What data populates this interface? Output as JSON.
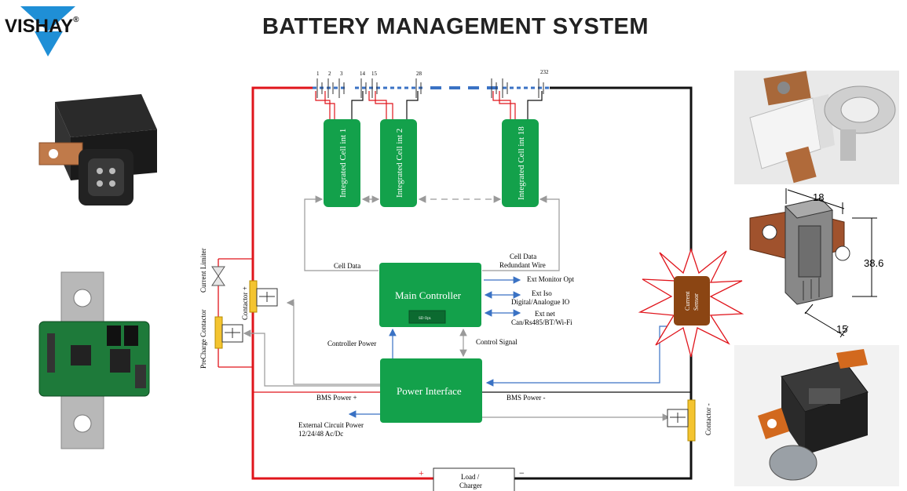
{
  "header": {
    "title": "BATTERY MANAGEMENT SYSTEM",
    "logo_text": "VISHAY",
    "logo_mark": "®"
  },
  "diagram": {
    "cell_numbers": [
      "1",
      "2",
      "3",
      "14",
      "15",
      "28",
      "232"
    ],
    "integrated_cells": [
      "Integrated Cell int 1",
      "Integrated Cell int 2",
      "Integrated Cell int 18"
    ],
    "main_controller": "Main Controller",
    "sd_option": "SD Opt.",
    "power_interface": "Power Interface",
    "current_sensor": "Current Sensor",
    "current_sensor_lines": [
      "Current",
      "Sensor"
    ],
    "current_limiter": "Current Limiter",
    "contactor_plus": "Contactor +",
    "precharge_contactor": "PreCharge Contactor",
    "contactor_minus": "Contactor -",
    "labels": {
      "cell_data": "Cell Data",
      "cell_data_redundant": [
        "Cell Data",
        "Redundant Wire"
      ],
      "ext_monitor": "Ext Monitor Opt",
      "ext_iso": [
        "Ext Iso",
        "Digital/Analogue IO"
      ],
      "ext_net": [
        "Ext net",
        "Can/Rs485/BT/Wi-Fi"
      ],
      "controller_power": "Controller Power",
      "control_signal": "Control Signal",
      "bms_power_plus": "BMS Power +",
      "bms_power_minus": "BMS Power -",
      "external_circuit": [
        "External Circuit Power",
        "12/24/48 Ac/Dc"
      ],
      "load_charger": [
        "Load /",
        "Charger"
      ],
      "plus_sign": "+",
      "minus_sign": "−"
    },
    "dimensions": [
      "18",
      "38.6",
      "15"
    ]
  },
  "colors": {
    "block_green": "#13a14b",
    "positive_wire": "#e0141b",
    "negative_wire": "#111111",
    "signal_wire": "#9a9a9a",
    "arrow_blue": "#3a72c4",
    "sensor_brown": "#8b4513",
    "contactor_yellow": "#f4c430",
    "logo_blue": "#1f8fd6"
  }
}
